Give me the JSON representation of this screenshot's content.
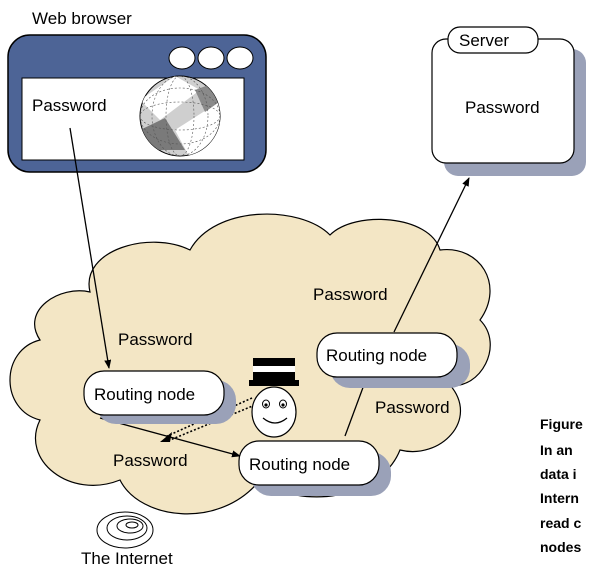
{
  "browser": {
    "title": "Web browser",
    "field_label": "Password"
  },
  "server": {
    "tab": "Server",
    "field_label": "Password"
  },
  "internet": {
    "label": "The Internet"
  },
  "nodes": {
    "node1": "Routing node",
    "node2": "Routing node",
    "node3": "Routing node"
  },
  "packets": {
    "p1": "Password",
    "p2": "Password",
    "p3": "Password",
    "p4": "Password"
  },
  "caption": {
    "lines": [
      "Figure",
      "In an",
      "data i",
      "Intern",
      "read c",
      "nodes"
    ]
  },
  "colors": {
    "browser_frame": "#4d6496",
    "cloud_fill": "#f3e6c5",
    "shadow": "#9aa1b8",
    "arrow": "#000000"
  },
  "icons": {
    "globe": "globe-icon",
    "eavesdropper": "eavesdropper-icon",
    "window_controls": "window-control-icon"
  }
}
